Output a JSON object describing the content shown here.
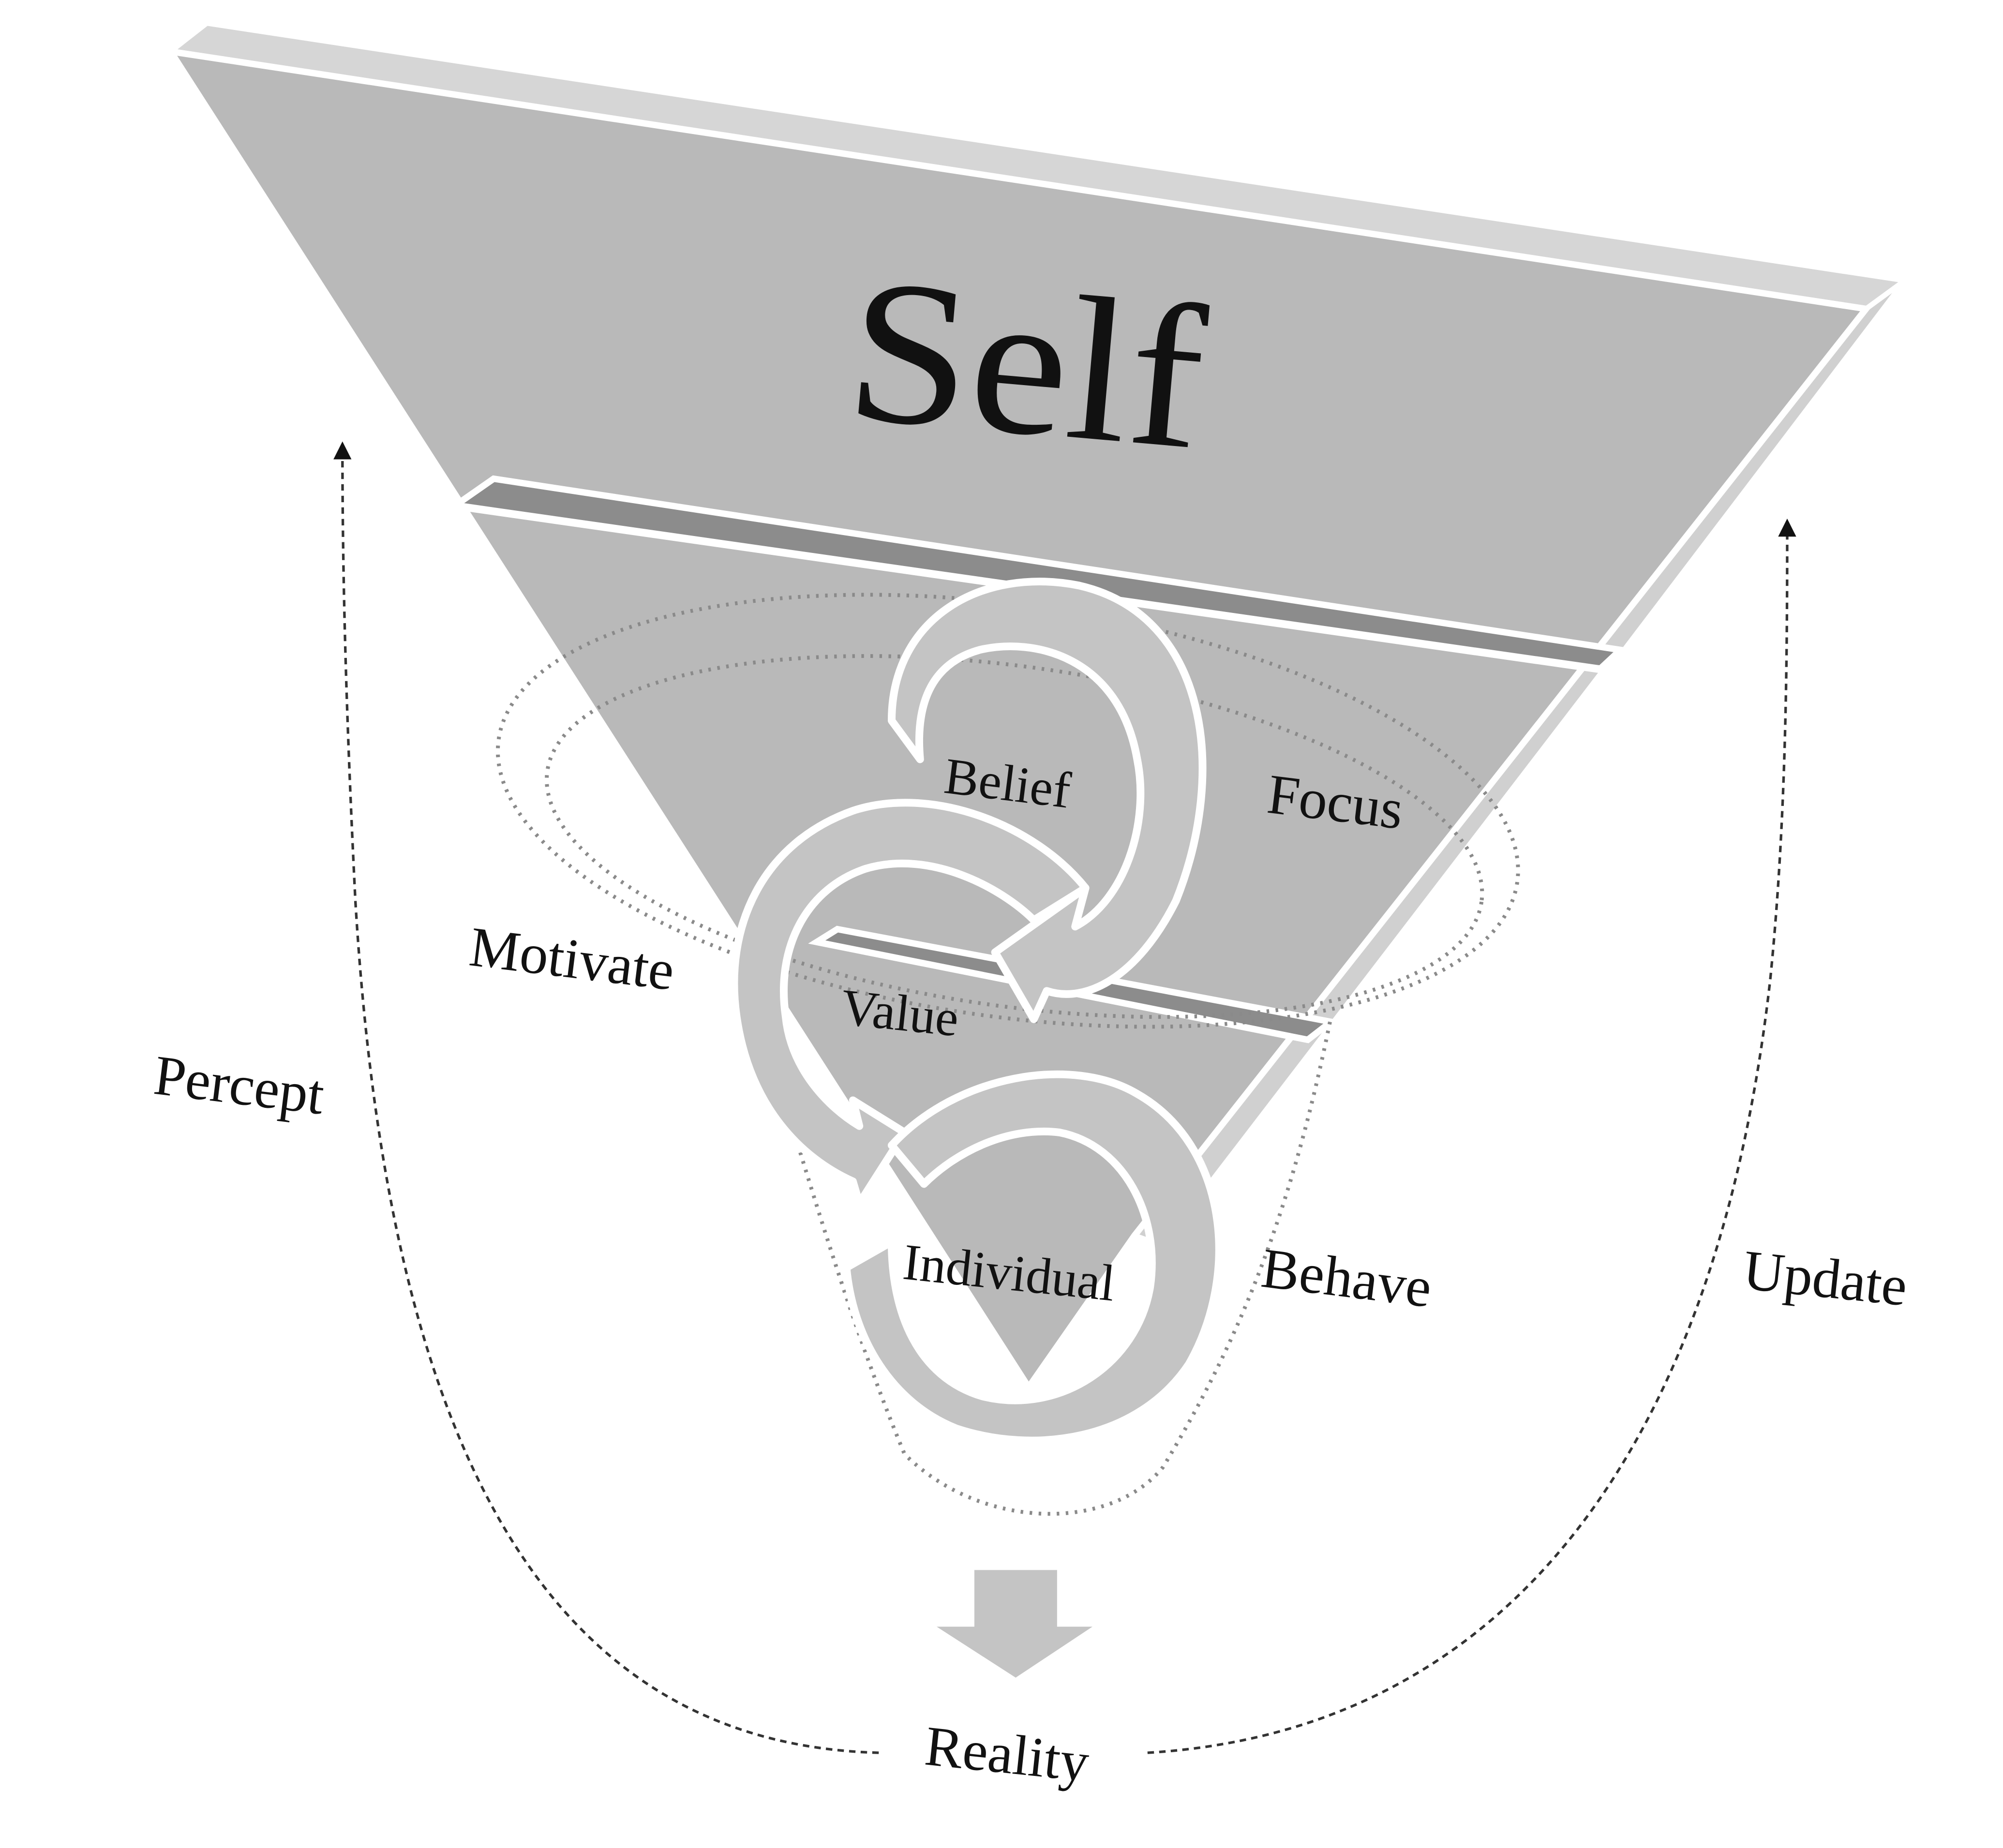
{
  "diagram": {
    "title": "Self",
    "labels": {
      "belief": "Belief",
      "focus": "Focus",
      "motivate": "Motivate",
      "value": "Value",
      "percept": "Percept",
      "individual": "Individual",
      "behave": "Behave",
      "update": "Update",
      "reality": "Reality"
    },
    "colors": {
      "funnel_fill": "#b9b9b9",
      "funnel_dark": "#8c8c8c",
      "edge": "#ffffff",
      "arrow_fill": "#c4c4c4",
      "dotted": "#8a8a8a",
      "text": "#111111"
    }
  }
}
